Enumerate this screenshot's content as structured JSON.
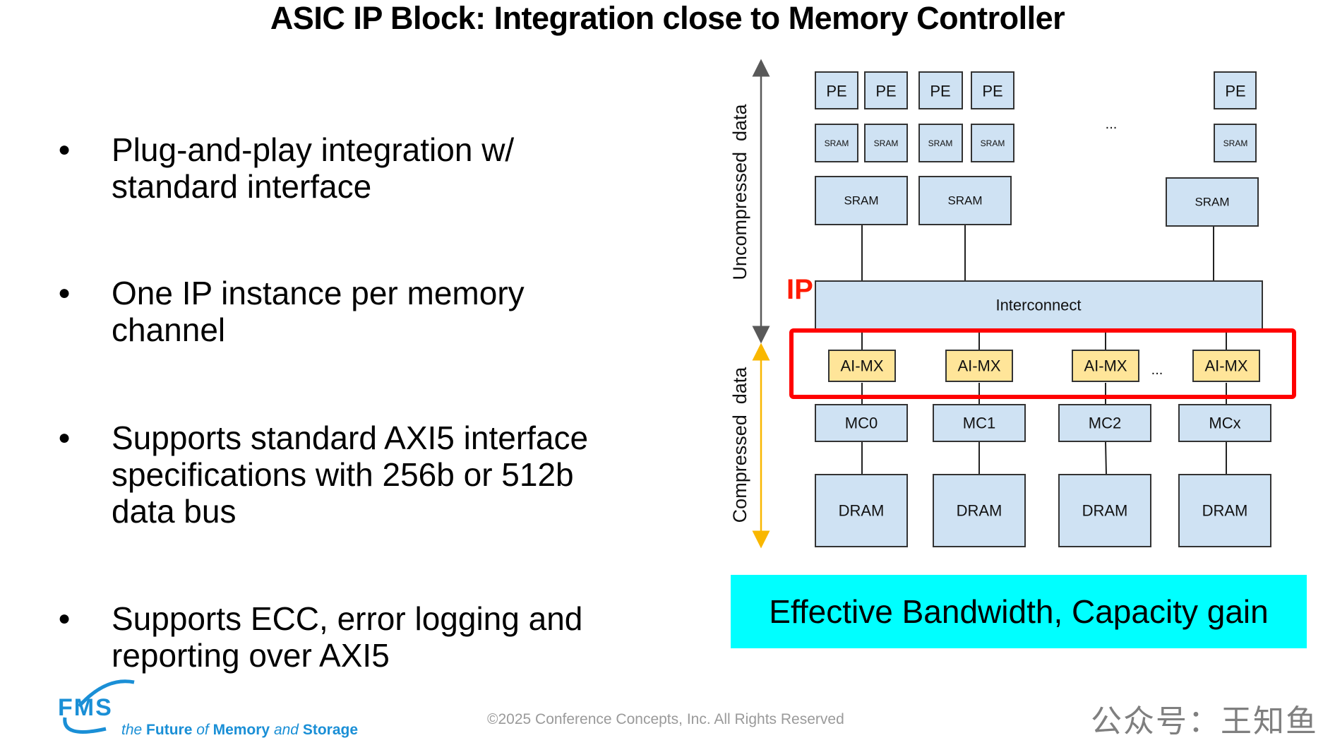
{
  "slide": {
    "title": "ASIC IP Block: Integration close to Memory Controller",
    "bullets": [
      {
        "marker": "●",
        "lines": [
          "Plug-and-play integration w/",
          "standard interface"
        ]
      },
      {
        "marker": "●",
        "lines": [
          "One IP instance per memory",
          "channel"
        ]
      },
      {
        "marker": "●",
        "lines": [
          "Supports standard AXI5 interface",
          "specifications with 256b or 512b",
          "data bus"
        ]
      },
      {
        "marker": "●",
        "lines": [
          "Supports ECC, error logging and",
          "reporting over AXI5"
        ]
      }
    ]
  },
  "diagram": {
    "axis_uncompressed_label": "Uncompressed  data",
    "axis_compressed_label": "Compressed  data",
    "ip_label": "IP",
    "pe_row": [
      "PE",
      "PE",
      "PE",
      "PE",
      "PE"
    ],
    "small_sram_row": [
      "SRAM",
      "SRAM",
      "SRAM",
      "SRAM",
      "SRAM"
    ],
    "large_sram_row": [
      "SRAM",
      "SRAM",
      "SRAM"
    ],
    "ellipsis_top": "...",
    "interconnect_label": "Interconnect",
    "aimx_row": [
      "AI-MX",
      "AI-MX",
      "AI-MX",
      "AI-MX"
    ],
    "ellipsis_aimx": "...",
    "mc_row": [
      "MC0",
      "MC1",
      "MC2",
      "MCx"
    ],
    "dram_row": [
      "DRAM",
      "DRAM",
      "DRAM",
      "DRAM"
    ],
    "colors": {
      "block_fill": "#cfe2f3",
      "aimx_fill": "#ffe599",
      "ip_highlight": "#ff0000",
      "uncompressed_arrow": "#595959",
      "compressed_arrow": "#f9b700"
    }
  },
  "banner": {
    "text": "Effective Bandwidth, Capacity gain",
    "color": "#00ffff"
  },
  "footer": {
    "logo_mark": "FMS",
    "logo_tagline": {
      "the": "the",
      "future": "Future",
      "of": "of",
      "memory": "Memory",
      "and": "and",
      "storage": "Storage"
    },
    "copyright": "©2025 Conference Concepts, Inc. All Rights Reserved",
    "watermark": "公众号：王知鱼"
  }
}
